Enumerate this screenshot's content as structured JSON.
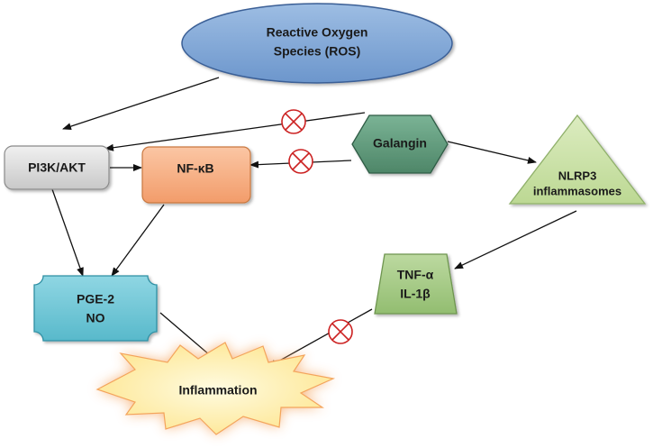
{
  "nodes": {
    "ros": {
      "line1": "Reactive Oxygen",
      "line2": "Species (ROS)"
    },
    "pi3k": {
      "label": "PI3K/AKT"
    },
    "nfkb": {
      "label": "NF-κB"
    },
    "galangin": {
      "label": "Galangin"
    },
    "nlrp3": {
      "line1": "NLRP3",
      "line2": "inflammasomes"
    },
    "tnf": {
      "line1": "TNF-α",
      "line2": "IL-1β"
    },
    "pge": {
      "line1": "PGE-2",
      "line2": "NO"
    },
    "inflammation": {
      "label": "Inflammation"
    }
  },
  "colors": {
    "ros_fill": "#7ea6d6",
    "ros_stroke": "#3a5f96",
    "pi3k_fill": "#d9d9d9",
    "nfkb_fill": "#f7b186",
    "galangin_fill": "#5f9a7c",
    "nlrp3_fill": "#cde3a8",
    "tnf_fill": "#a9cc8a",
    "pge_fill": "#71c9d8",
    "inflammation_fill": "#fff3b8",
    "inflammation_glow": "#f7b277",
    "inhibit_red": "#cc2222",
    "arrow": "#111111"
  },
  "icons": {
    "inhibition": "circle-x-inhibition-icon"
  }
}
